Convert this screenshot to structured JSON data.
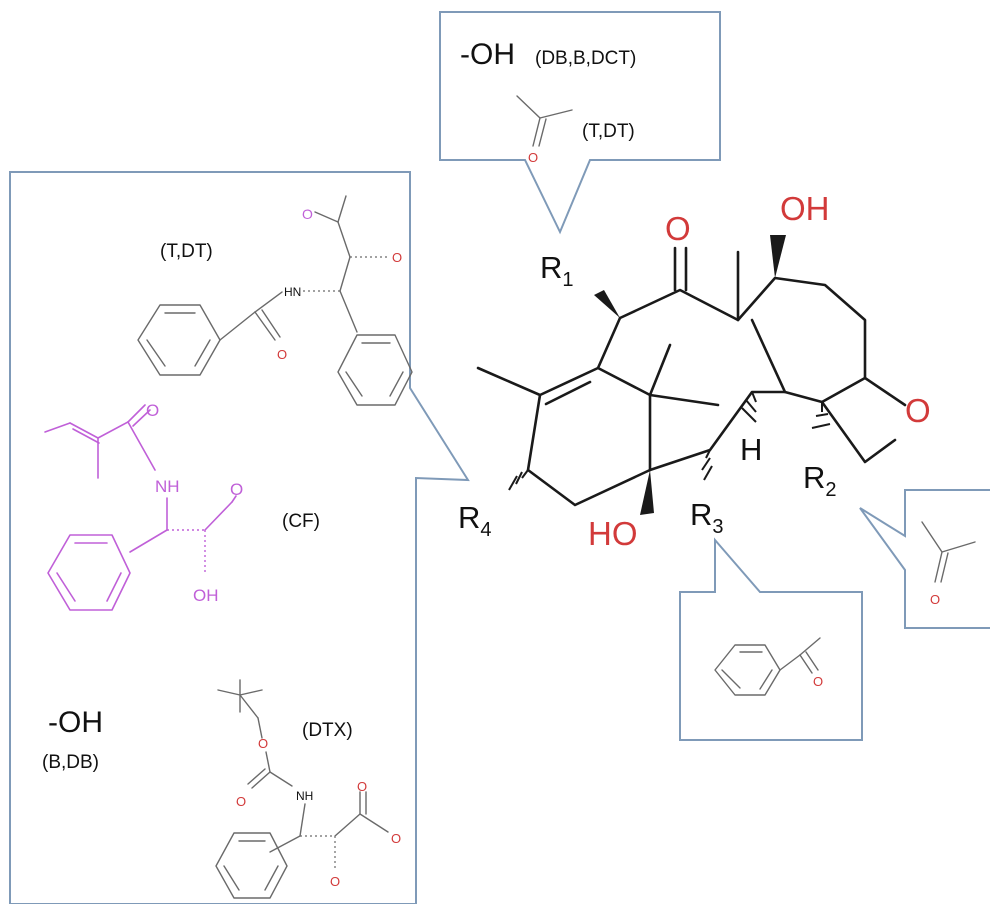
{
  "core": {
    "oxygen_top": "O",
    "hydroxyl_top": "OH",
    "ring_oxygen": "O",
    "hydrogen": "H",
    "hydroxyl_bottom": "HO",
    "r1_letter": "R",
    "r1_sub": "1",
    "r2_letter": "R",
    "r2_sub": "2",
    "r3_letter": "R",
    "r3_sub": "3",
    "r4_letter": "R",
    "r4_sub": "4"
  },
  "r1_callout": {
    "option_oh": "-OH",
    "option_oh_compounds": "(DB,B,DCT)",
    "acetyl_oxygen": "O",
    "acetyl_compounds": "(T,DT)"
  },
  "r2_callout": {
    "acetyl_oxygen": "O"
  },
  "r3_callout": {
    "benzoyl_oxygen": "O"
  },
  "r4_callout": {
    "taxol_chain_compounds": "(T,DT)",
    "taxol_chain_hn": "HN",
    "taxol_chain_o1": "O",
    "taxol_chain_o2": "O",
    "taxol_chain_o3": "O",
    "cf_chain_o1": "O",
    "cf_chain_nh": "NH",
    "cf_chain_o2": "O",
    "cf_chain_oh": "OH",
    "cf_compounds": "(CF)",
    "option_oh": "-OH",
    "option_oh_compounds": "(B,DB)",
    "dtx_chain_o1": "O",
    "dtx_chain_o2": "O",
    "dtx_chain_nh": "NH",
    "dtx_chain_o3": "O",
    "dtx_chain_o4": "O",
    "dtx_chain_o5": "O",
    "dtx_compounds": "(DTX)"
  },
  "colors": {
    "callout_border": "#7f9ab8",
    "heteroatom_red": "#d23a3a",
    "cf_magenta": "#c060d8",
    "bond_dark": "#1a1a1a",
    "bond_grey": "#6a6a6a"
  }
}
